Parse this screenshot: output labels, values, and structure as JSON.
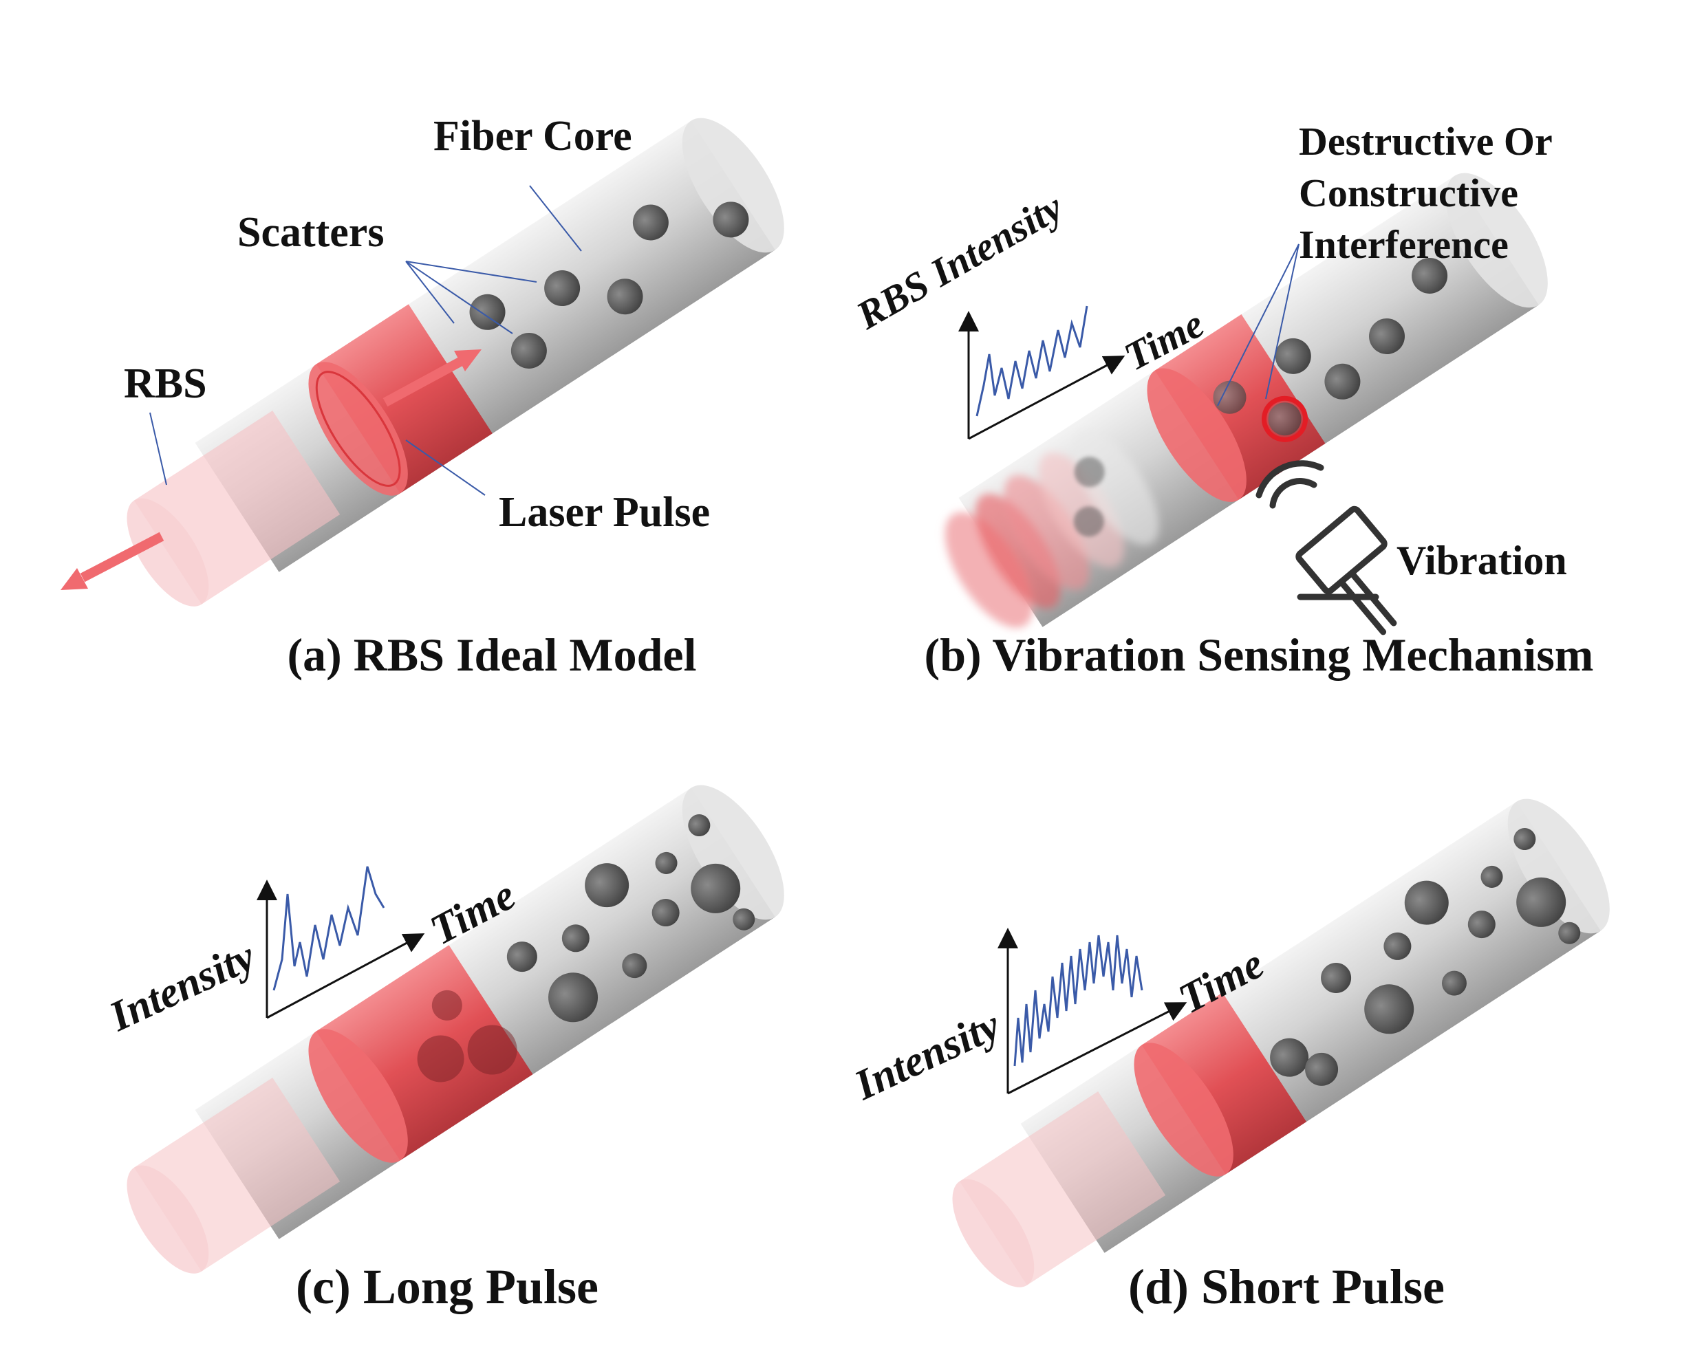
{
  "panels": {
    "a": {
      "caption": "(a) RBS Ideal Model",
      "labels": {
        "fiber_core": "Fiber Core",
        "scatters": "Scatters",
        "rbs": "RBS",
        "laser_pulse": "Laser Pulse"
      }
    },
    "b": {
      "caption": "(b) Vibration Sensing Mechanism",
      "labels": {
        "interference_line1": "Destructive Or",
        "interference_line2": "Constructive",
        "interference_line3": "Interference",
        "rbs_intensity": "RBS Intensity",
        "time": "Time",
        "vibration": "Vibration"
      }
    },
    "c": {
      "caption": "(c) Long Pulse",
      "labels": {
        "intensity": "Intensity",
        "time": "Time"
      }
    },
    "d": {
      "caption": "(d) Short Pulse",
      "labels": {
        "intensity": "Intensity",
        "time": "Time"
      }
    }
  },
  "icons": {
    "vibration": "hammer-with-signal-waves-icon",
    "rbs_arrow": "backward-arrow-icon",
    "pulse_arrow": "forward-arrow-icon"
  },
  "colors": {
    "fiber": "#c9c9c9",
    "laser": "#e8353a",
    "rbs": "#f4a3a6",
    "signal": "#3a5aa8",
    "scatter": "#5e5e5e"
  }
}
